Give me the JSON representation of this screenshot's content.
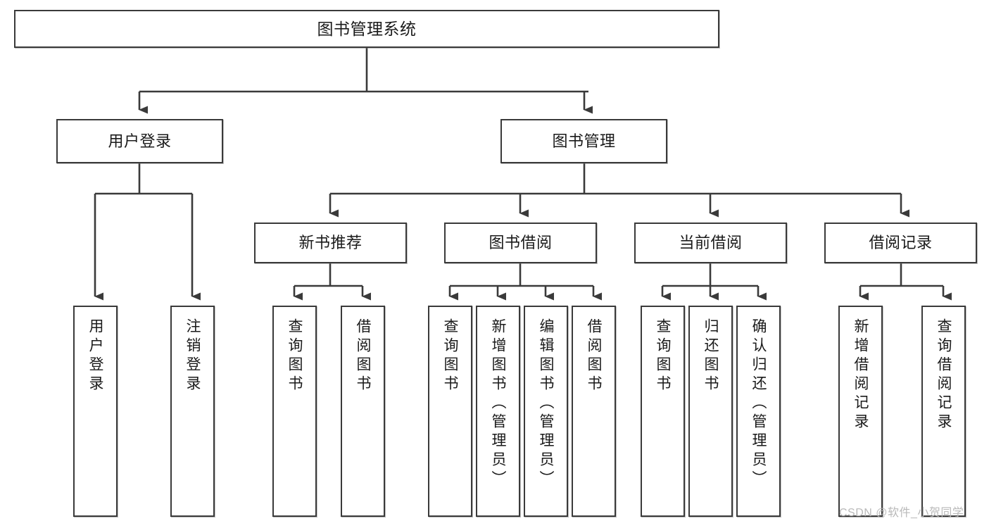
{
  "diagram": {
    "title": "图书管理系统",
    "type": "tree-hierarchy-chart",
    "root": {
      "id": "root",
      "label": "图书管理系统"
    },
    "level2": [
      {
        "id": "user-login",
        "label": "用户登录"
      },
      {
        "id": "book-management",
        "label": "图书管理"
      }
    ],
    "level3": [
      {
        "id": "new-book-recommend",
        "label": "新书推荐"
      },
      {
        "id": "book-borrow",
        "label": "图书借阅"
      },
      {
        "id": "current-borrow",
        "label": "当前借阅"
      },
      {
        "id": "borrow-record",
        "label": "借阅记录"
      }
    ],
    "leaves": [
      {
        "id": "leaf-user-login",
        "label": "用户登录",
        "parent": "user-login"
      },
      {
        "id": "leaf-logout-login",
        "label": "注销登录",
        "parent": "user-login"
      },
      {
        "id": "leaf-query-book-1",
        "label": "查询图书",
        "parent": "new-book-recommend"
      },
      {
        "id": "leaf-borrow-book-1",
        "label": "借阅图书",
        "parent": "new-book-recommend"
      },
      {
        "id": "leaf-query-book-2",
        "label": "查询图书",
        "parent": "book-borrow"
      },
      {
        "id": "leaf-add-book",
        "label": "新增图书（管理员）",
        "parent": "book-borrow"
      },
      {
        "id": "leaf-edit-book",
        "label": "编辑图书（管理员）",
        "parent": "book-borrow"
      },
      {
        "id": "leaf-borrow-book-2",
        "label": "借阅图书",
        "parent": "book-borrow"
      },
      {
        "id": "leaf-query-book-3",
        "label": "查询图书",
        "parent": "current-borrow"
      },
      {
        "id": "leaf-return-book",
        "label": "归还图书",
        "parent": "current-borrow"
      },
      {
        "id": "leaf-confirm-return",
        "label": "确认归还（管理员）",
        "parent": "current-borrow"
      },
      {
        "id": "leaf-add-record",
        "label": "新增借阅记录",
        "parent": "borrow-record"
      },
      {
        "id": "leaf-query-record",
        "label": "查询借阅记录",
        "parent": "borrow-record"
      }
    ]
  },
  "watermark": {
    "text": "CSDN @软件_小贺同学"
  },
  "colors": {
    "background": "#ffffff",
    "box_border": "#3a3a3a",
    "box_fill": "#ffffff",
    "text": "#1a1a1a",
    "connector": "#3a3a3a",
    "watermark": "#b9b9b9"
  }
}
